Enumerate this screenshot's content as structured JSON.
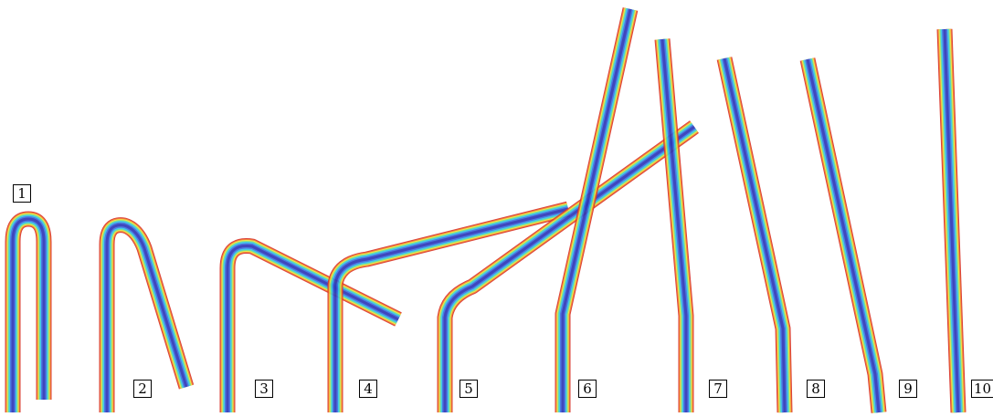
{
  "figure": {
    "stage_labels": [
      "1",
      "2",
      "3",
      "4",
      "5",
      "6",
      "7",
      "8",
      "9",
      "10"
    ]
  },
  "palette": {
    "core": "#2f38b8",
    "inner": "#3d6fe0",
    "mid": "#35c6e6",
    "green": "#7fe07a",
    "yellow": "#f3e43a",
    "edge": "#f07b2a",
    "rim": "#d9332a"
  }
}
